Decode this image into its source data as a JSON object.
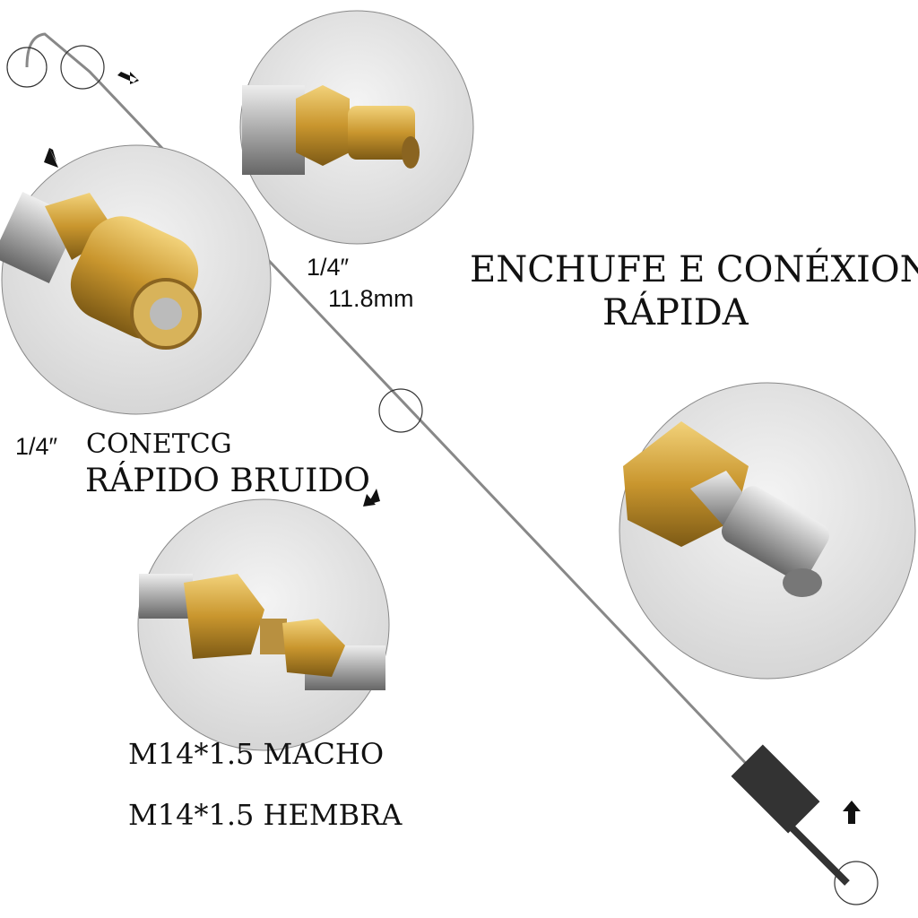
{
  "title": {
    "line1": "ENCHUFE E CONÉXION",
    "line2": "RÁPIDA"
  },
  "plug_label": {
    "size": "1/4″",
    "diameter": "11.8mm"
  },
  "coupler_label": {
    "size": "1/4″",
    "line1": "CONETCG",
    "line2": "RÁPIDO BRUIDO"
  },
  "thread_label": {
    "male": "M14*1.5 MACHO",
    "female": "M14*1.5 HEMBRA"
  },
  "colors": {
    "brass": "#c9962e",
    "steel": "#a8a8a8",
    "background": "#ffffff",
    "text": "#111111"
  }
}
